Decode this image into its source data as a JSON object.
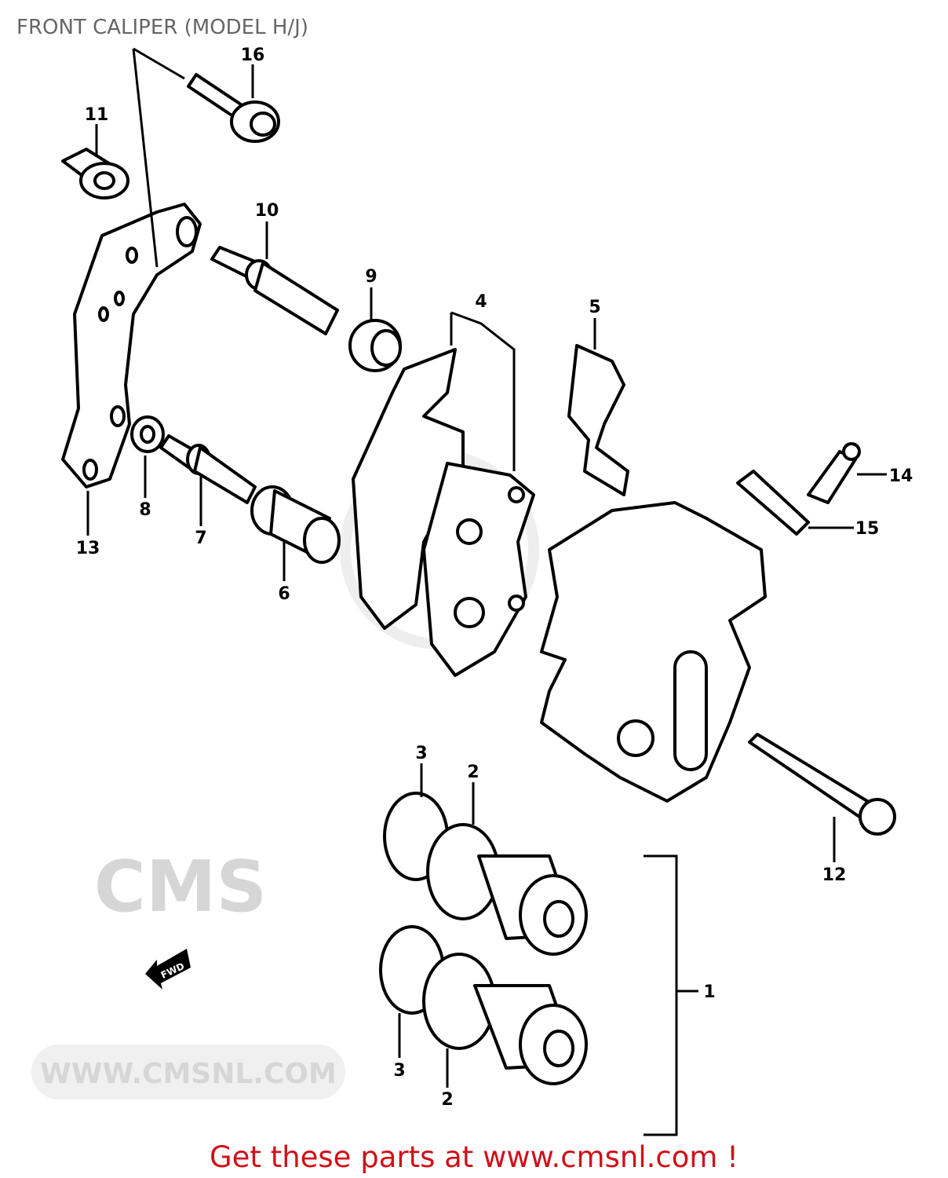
{
  "title": "FRONT CALIPER (MODEL H/J)",
  "footer": "Get these parts at www.cmsnl.com !",
  "watermark": {
    "logo": "CMS",
    "url": "WWW.CMSNL.COM"
  },
  "fwd_arrow": "FWD",
  "callouts": [
    "16",
    "11",
    "10",
    "9",
    "4",
    "5",
    "14",
    "15",
    "13",
    "8",
    "7",
    "6",
    "3",
    "2",
    "12",
    "1",
    "3",
    "2"
  ],
  "colors": {
    "title": "#666666",
    "footer": "#d0101a",
    "lines": "#000000"
  }
}
